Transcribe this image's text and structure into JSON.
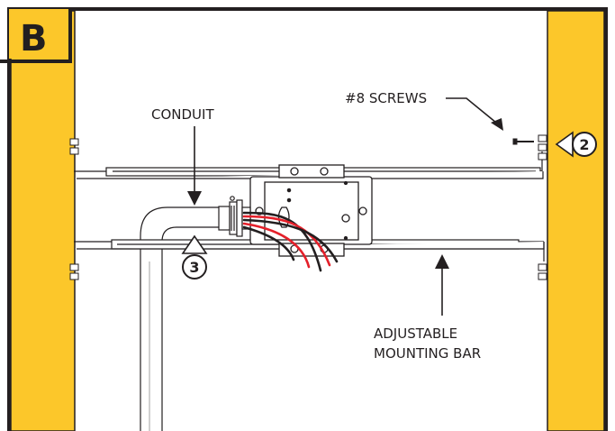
{
  "panel": {
    "letter": "B"
  },
  "labels": {
    "conduit": "CONDUIT",
    "screws": "#8 SCREWS",
    "bar_line1": "ADJUSTABLE",
    "bar_line2": "MOUNTING BAR"
  },
  "steps": {
    "screws_step": "2",
    "conduit_step": "3"
  },
  "colors": {
    "stud": "#fcc72a",
    "outline": "#231f20",
    "wire_red": "#e4202a",
    "wire_black": "#231f20",
    "background": "#ffffff"
  }
}
